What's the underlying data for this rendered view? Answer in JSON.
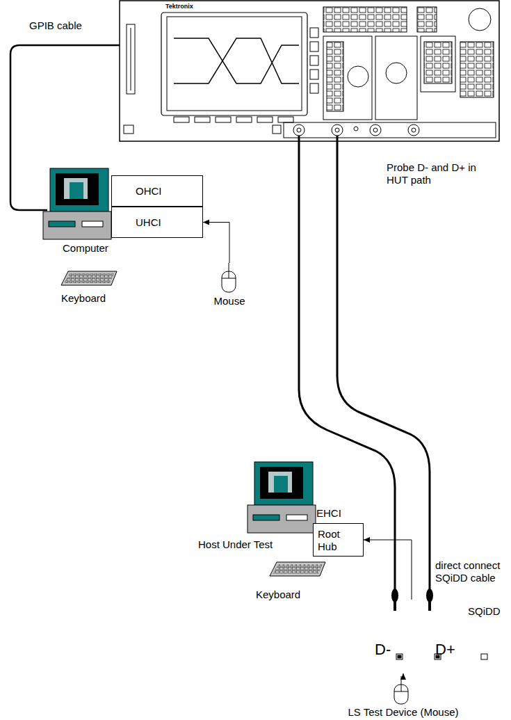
{
  "diagram": {
    "nodes": [
      {
        "text": [
          "OHCI"
        ]
      },
      {
        "text": [
          "UHCI"
        ]
      },
      {
        "text": [
          "Mouse"
        ]
      },
      {
        "text": [
          "EHCI",
          "Root Hub"
        ]
      },
      {
        "text": [
          "SQiDD"
        ]
      },
      {
        "text": [
          "LS Test Device (Mouse)"
        ]
      }
    ],
    "edges": [
      {
        "from": 2,
        "to": 1,
        "arrow": "to"
      },
      {
        "from": 4,
        "to": 3,
        "arrow": "to"
      },
      {
        "from": 5,
        "to": 4,
        "arrow": "to"
      }
    ],
    "labels": [
      "Tektronix",
      "GPIB cable",
      "Computer",
      "Keyboard",
      "Probe D- and D+ in HUT path",
      "Host Under Test",
      "Keyboard",
      "direct connect SQiDD cable",
      "D-",
      "D+"
    ]
  }
}
